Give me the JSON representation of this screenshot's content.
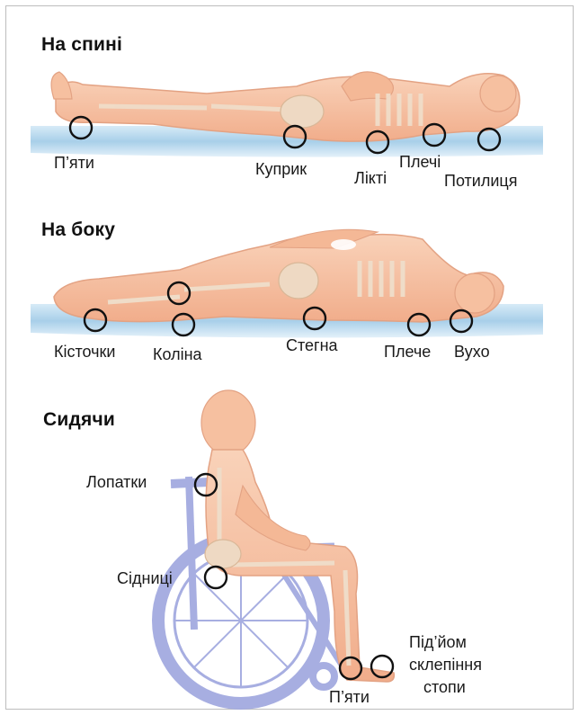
{
  "sections": [
    {
      "title": "На спині",
      "labels": [
        "П’яти",
        "Куприк",
        "Лікті",
        "Плечі",
        "Потилиця"
      ]
    },
    {
      "title": "На боку",
      "labels": [
        "Кісточки",
        "Коліна",
        "Стегна",
        "Плече",
        "Вухо"
      ]
    },
    {
      "title": "Сидячи",
      "labels": [
        "Лопатки",
        "Сідниці",
        "Під’йом",
        "склепіння",
        "стопи",
        "П’яти"
      ]
    }
  ],
  "colors": {
    "skin": "#f6c3a4",
    "skin_outline": "#e3a283",
    "bone": "#f1ddc9",
    "mattress": "#a9cfe8",
    "wheelchair": "#9ea6de",
    "ring": "#111111"
  }
}
